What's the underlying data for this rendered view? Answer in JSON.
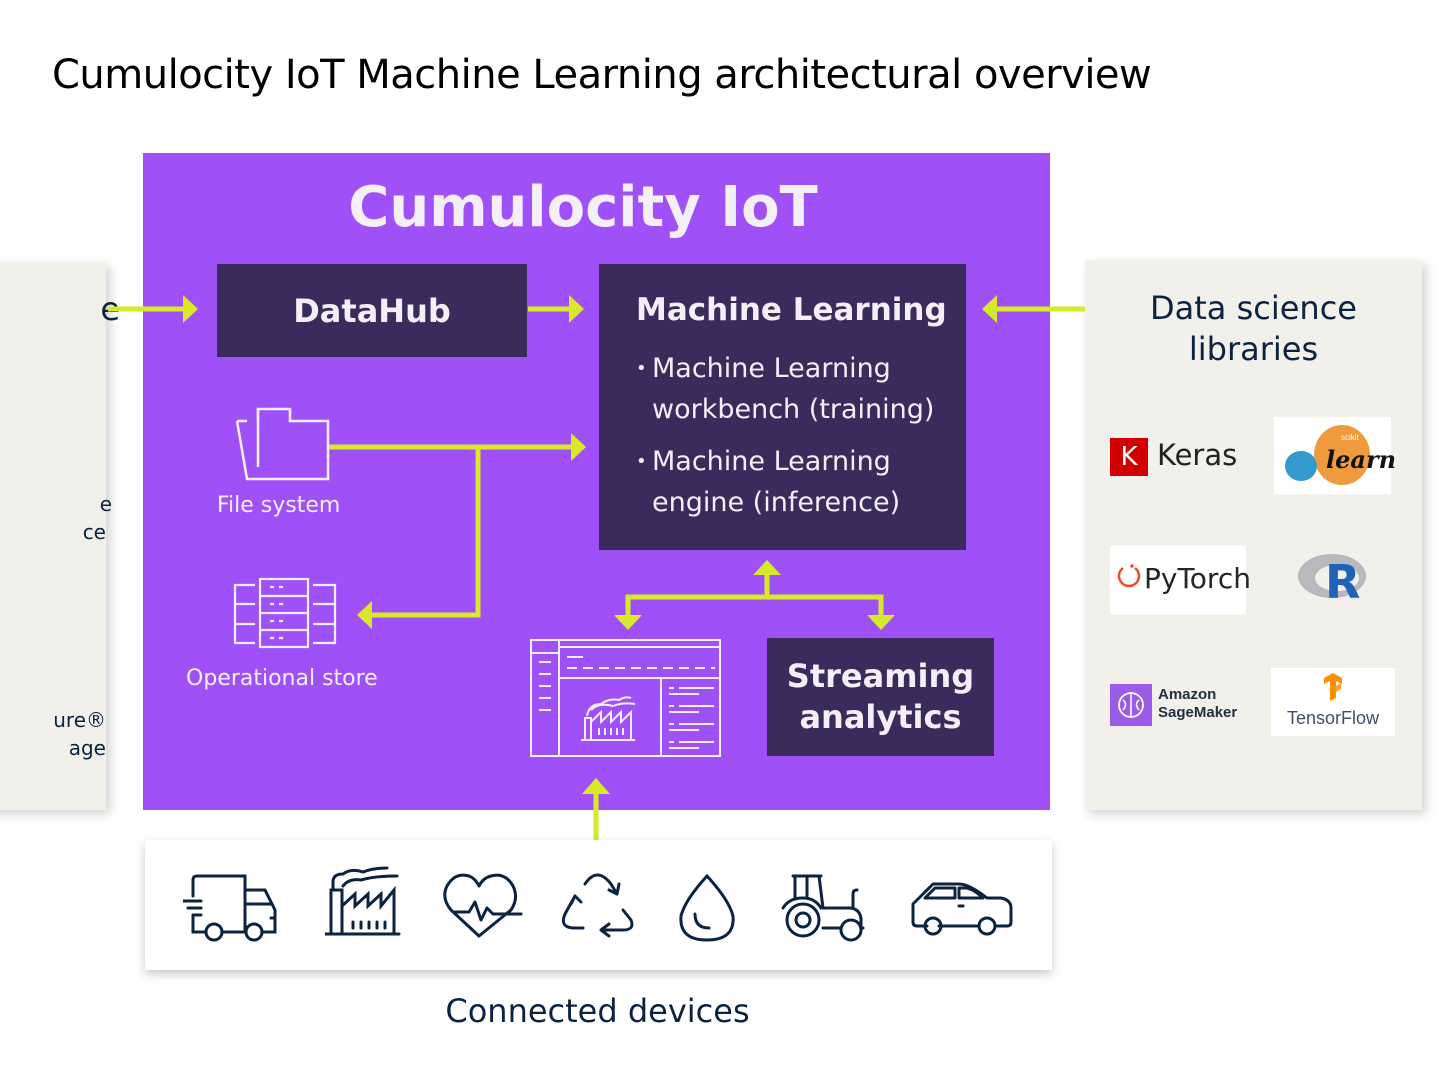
{
  "page": {
    "title": "Cumulocity IoT Machine Learning architectural overview"
  },
  "colors": {
    "platform_purple": "#a050f7",
    "box_dark": "#3a2b5c",
    "arrow_lime": "#d7ea2a",
    "panel_beige": "#f1f0eb",
    "text_navy": "#0c2340"
  },
  "left_panel": {
    "fragments": [
      "e",
      "e",
      "ce",
      "ure®",
      "age"
    ]
  },
  "platform": {
    "title": "Cumulocity IoT",
    "datahub": "DataHub",
    "machine_learning": {
      "title": "Machine Learning",
      "bullets": [
        "Machine Learning workbench (training)",
        "Machine Learning engine (inference)"
      ]
    },
    "file_system": {
      "label": "File system",
      "icon": "folder-icon"
    },
    "operational_store": {
      "label": "Operational store",
      "icon": "database-icon"
    },
    "dashboard": {
      "icon": "dashboard-icon"
    },
    "streaming_analytics": "Streaming analytics"
  },
  "data_science": {
    "title": "Data science libraries",
    "libraries": [
      {
        "name": "Keras",
        "badge": "K"
      },
      {
        "name": "scikit-learn",
        "small": "scikit",
        "big": "learn"
      },
      {
        "name": "PyTorch"
      },
      {
        "name": "R",
        "badge": "R"
      },
      {
        "name": "Amazon SageMaker",
        "line1": "Amazon",
        "line2": "SageMaker"
      },
      {
        "name": "TensorFlow"
      }
    ]
  },
  "devices": {
    "label": "Connected devices",
    "icons": [
      "truck-icon",
      "factory-icon",
      "heart-pulse-icon",
      "recycle-icon",
      "water-drop-icon",
      "tractor-icon",
      "car-icon"
    ]
  }
}
